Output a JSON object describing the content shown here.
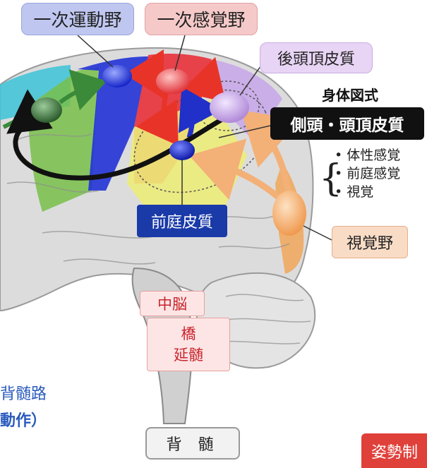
{
  "labels": {
    "primary_motor": "一次運動野",
    "primary_sensory": "一次感覚野",
    "posterior_parietal": "後頭頂皮質",
    "body_schema": "身体図式",
    "temporoparietal": "側頭・頭頂皮質",
    "vestibular_cortex": "前庭皮質",
    "visual_area": "視覚野",
    "midbrain": "中脳",
    "pons": "橋",
    "medulla": "延髄",
    "spinal_cord": "背 髄",
    "left_cut_1": "背髄路",
    "left_cut_2": "動作）",
    "corner_cut": "姿勢制"
  },
  "inputs": [
    "体性感覚",
    "前庭感覚",
    "視覚"
  ],
  "colors": {
    "motor_area": "#2233d6",
    "sensory_area": "#e8303a",
    "premotor_green": "#78c04a",
    "prefrontal_cyan": "#3cc3d8",
    "parietal_yellow": "#ecec7a",
    "posterior_parietal_violet": "#c8a8e8",
    "visual_orange": "#f0a860",
    "arrow_orange": "#f3b077",
    "arrow_red": "#e83428",
    "arrow_blue": "#2030c8",
    "arrow_green": "#3a8a3a"
  }
}
